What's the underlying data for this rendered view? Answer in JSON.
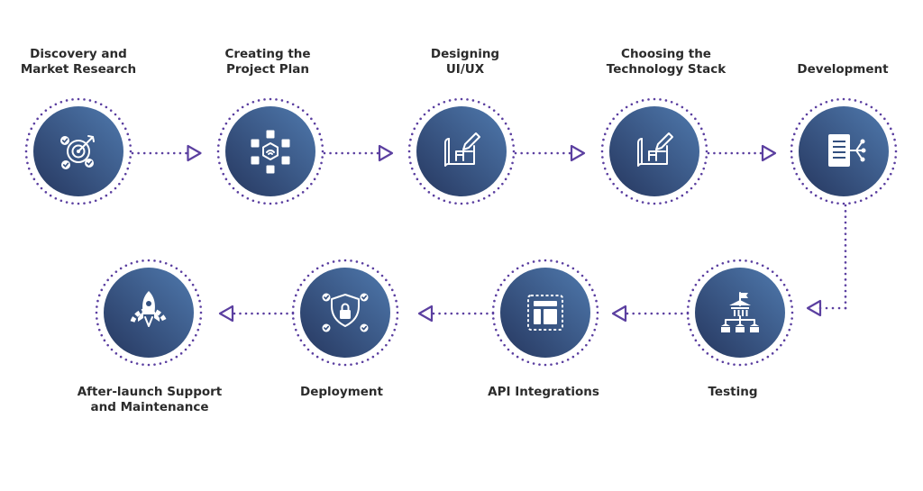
{
  "steps": [
    {
      "label": "Discovery and\nMarket Research",
      "icon": "target-check-icon"
    },
    {
      "label": "Creating the\nProject Plan",
      "icon": "network-hexagon-icon"
    },
    {
      "label": "Designing\nUI/UX",
      "icon": "blueprint-pencil-icon"
    },
    {
      "label": "Choosing the\nTechnology Stack",
      "icon": "blueprint-pencil-icon"
    },
    {
      "label": "Development",
      "icon": "document-branch-icon"
    },
    {
      "label": "Testing",
      "icon": "hierarchy-flag-icon"
    },
    {
      "label": "API Integrations",
      "icon": "layout-grid-icon"
    },
    {
      "label": "Deployment",
      "icon": "shield-lock-icon"
    },
    {
      "label": "After-launch Support\nand Maintenance",
      "icon": "rocket-gear-icon"
    }
  ],
  "colors": {
    "circle_light": "#4f79ad",
    "circle_dark": "#26375f",
    "dots": "#5b3fa0",
    "arrow": "#5b3fa0",
    "text": "#2b2b2b"
  }
}
